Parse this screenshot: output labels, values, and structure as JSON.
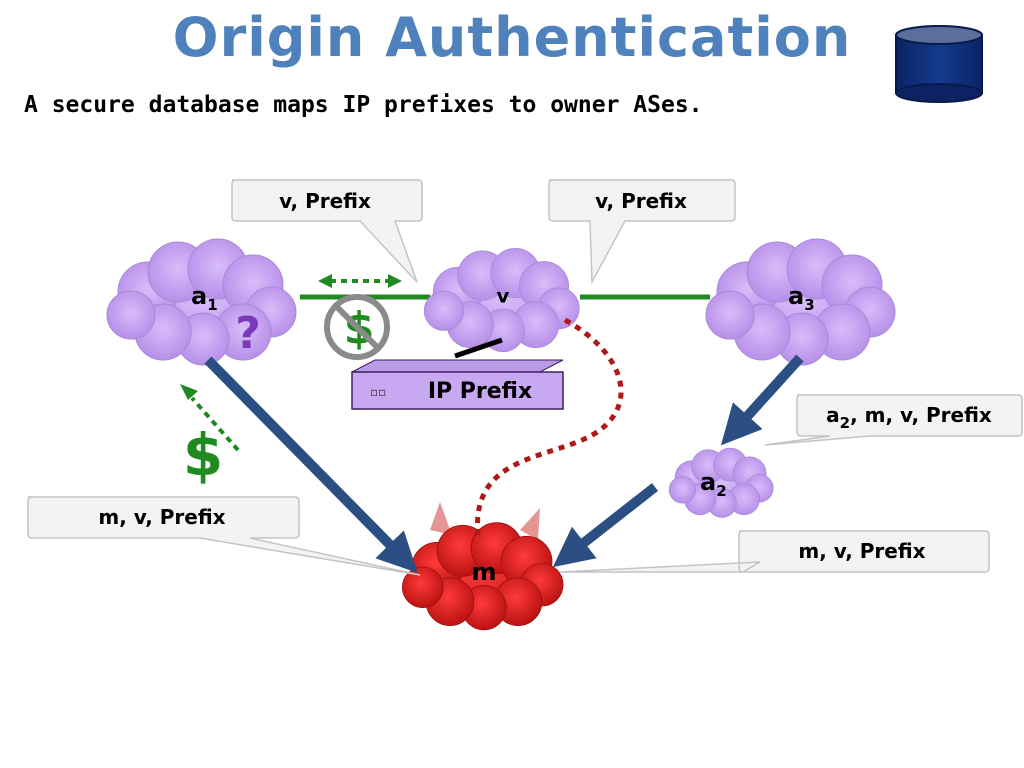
{
  "title": "Origin Authentication",
  "subtitle": "A secure database maps IP prefixes to owner ASes.",
  "nodes": {
    "a1": {
      "label": "a",
      "sub": "1"
    },
    "v": {
      "label": "v"
    },
    "a3": {
      "label": "a",
      "sub": "3"
    },
    "a2": {
      "label": "a",
      "sub": "2"
    },
    "m": {
      "label": "m"
    }
  },
  "callouts": {
    "a1_v": "v, Prefix",
    "v_a3": "v, Prefix",
    "a2": [
      "a",
      "2",
      ", m, v, Prefix"
    ],
    "m_left": "m, v, Prefix",
    "m_right": "m, v, Prefix"
  },
  "router": {
    "label": "IP Prefix",
    "ports": "▫▫"
  },
  "symbols": {
    "question": "?",
    "dollar": "$",
    "dollar_crossed": "$"
  },
  "icons": [
    "database-icon",
    "cloud-icon",
    "router-icon",
    "no-dollar-icon"
  ],
  "colors": {
    "title": "#4f81bd",
    "cloud": "#c9a8f2",
    "attacker": "#d91c1c",
    "link_green": "#1f8a1f",
    "arrow_blue": "#2b4f83",
    "database": "#0f2a6e",
    "dotted_red": "#b01818"
  }
}
